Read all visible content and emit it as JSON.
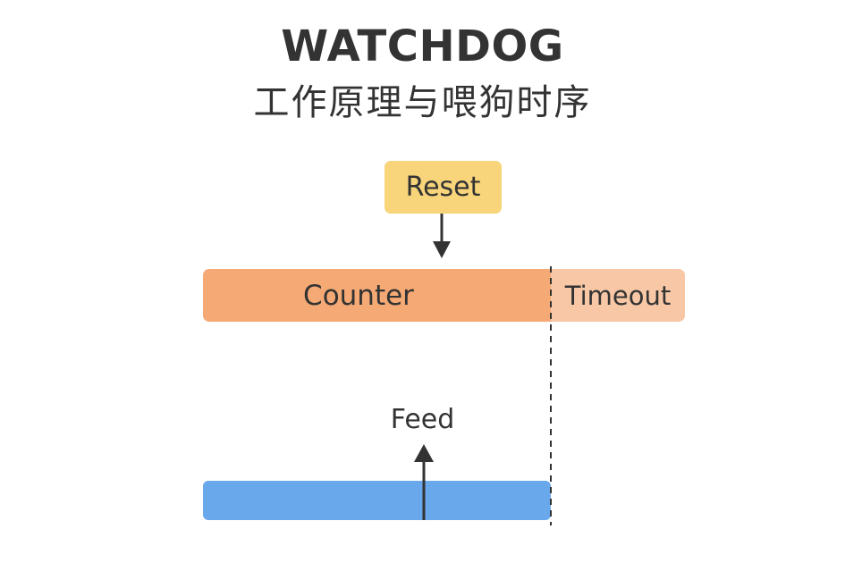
{
  "title": "WATCHDOG",
  "subtitle": "工作原理与喂狗时序",
  "diagram": {
    "reset_label": "Reset",
    "counter_label": "Counter",
    "timeout_label": "Timeout",
    "feed_label": "Feed"
  },
  "colors": {
    "reset_box": "#f8d47a",
    "counter_bar": "#f5a974",
    "timeout_bar": "#f8c8a6",
    "feed_bar": "#6aa8ec",
    "text": "#333333",
    "arrow": "#333333"
  }
}
